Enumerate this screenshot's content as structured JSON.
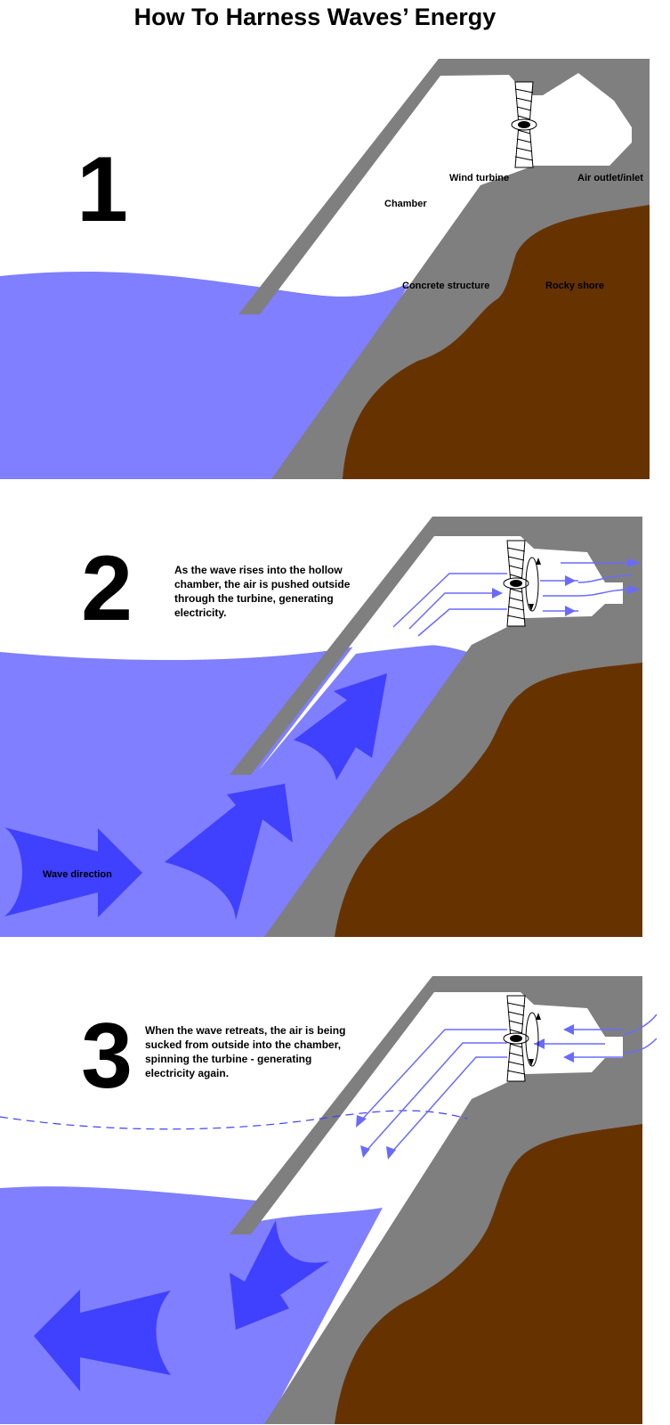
{
  "title": "How To Harness Waves’ Energy",
  "colors": {
    "water": "#7f7fff",
    "arrow": "#4040ff",
    "concrete": "#7f7f7f",
    "rock": "#663300",
    "flow": "#6a6aff"
  },
  "panel1": {
    "number": "1",
    "labels": {
      "wind_turbine": "Wind turbine",
      "air_outlet": "Air outlet/inlet",
      "chamber": "Chamber",
      "concrete": "Concrete structure",
      "rocky_shore": "Rocky shore"
    }
  },
  "panel2": {
    "number": "2",
    "description": [
      "As the wave rises into the hollow",
      "chamber, the air is pushed outside",
      "through the turbine, generating",
      "electricity."
    ],
    "wave_label": "Wave direction"
  },
  "panel3": {
    "number": "3",
    "description": [
      "When the wave retreats, the air is being",
      "sucked from outside into the chamber,",
      "spinning the turbine - generating",
      "electricity again."
    ]
  }
}
